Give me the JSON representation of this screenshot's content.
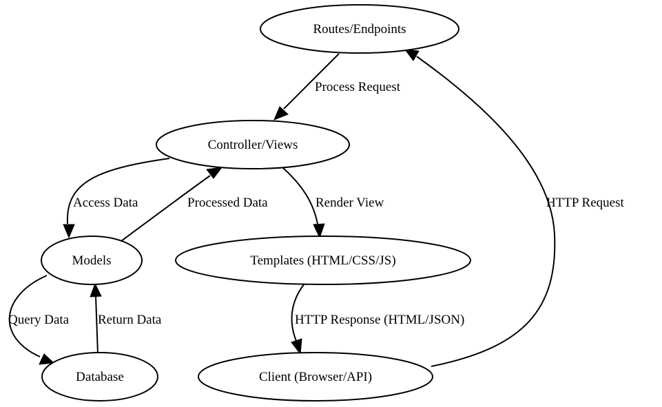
{
  "nodes": {
    "routes": "Routes/Endpoints",
    "controller": "Controller/Views",
    "models": "Models",
    "templates": "Templates (HTML/CSS/JS)",
    "database": "Database",
    "client": "Client (Browser/API)"
  },
  "edges": {
    "process_request": "Process Request",
    "access_data": "Access Data",
    "processed_data": "Processed Data",
    "render_view": "Render View",
    "http_request": "HTTP Request",
    "query_data": "Query Data",
    "return_data": "Return Data",
    "http_response": "HTTP Response (HTML/JSON)"
  }
}
